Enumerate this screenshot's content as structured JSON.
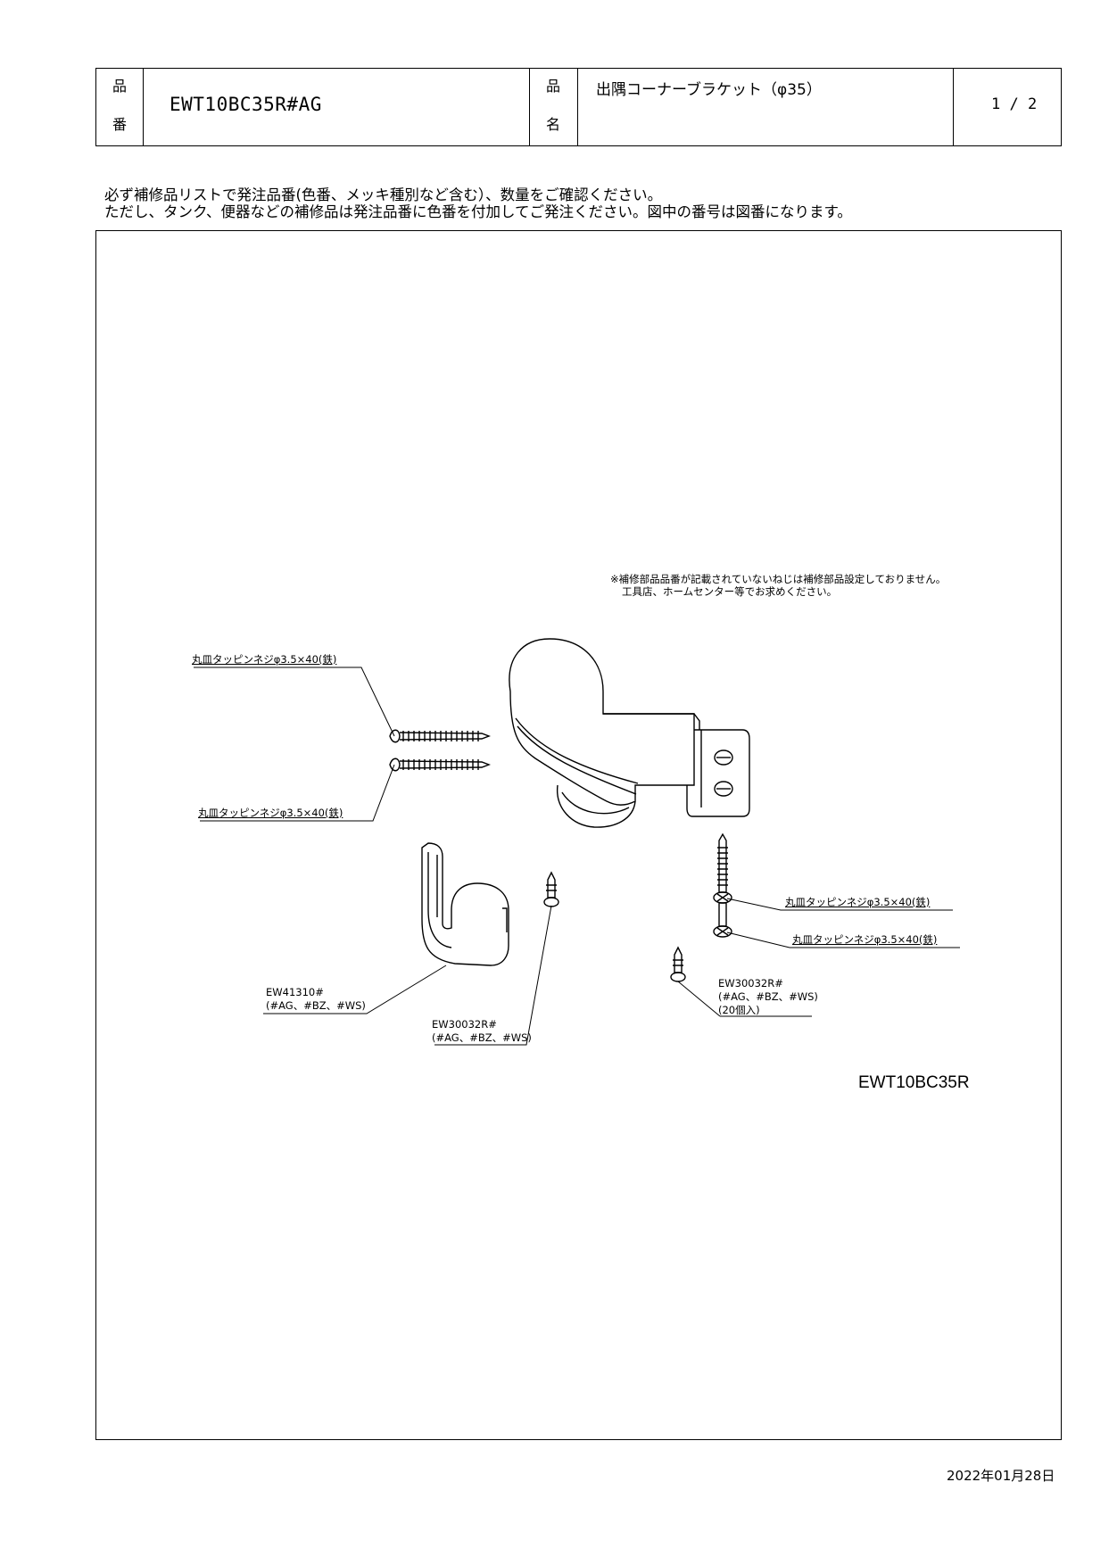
{
  "header": {
    "part_no_label_1": "品",
    "part_no_label_2": "番",
    "part_no": "EWT10BC35R#AG",
    "part_name_label_1": "品",
    "part_name_label_2": "名",
    "part_name": "出隅コーナーブラケット（φ35）",
    "page": "1 / 2"
  },
  "notes": {
    "line1": "必ず補修品リストで発注品番(色番、メッキ種別など含む）、数量をご確認ください。",
    "line2": "ただし、タンク、便器などの補修品は発注品番に色番を付加してご発注ください。図中の番号は図番になります。"
  },
  "diagram": {
    "remark_line1": "※補修部品品番が記載されていないねじは補修部品設定しておりません。",
    "remark_line2": "工具店、ホームセンター等でお求めください。",
    "screw_label_top": "丸皿タッピンネジφ3.5×40(鉄)",
    "screw_label_left_lower": "丸皿タッピンネジφ3.5×40(鉄)",
    "screw_label_right_1": "丸皿タッピンネジφ3.5×40(鉄)",
    "screw_label_right_2": "丸皿タッピンネジφ3.5×40(鉄)",
    "part_ew41310": "EW41310#",
    "part_ew41310_colors": "(#AG、#BZ、#WS)",
    "part_ew30032_center": "EW30032R#",
    "part_ew30032_center_colors": "(#AG、#BZ、#WS)",
    "part_ew30032_right": "EW30032R#",
    "part_ew30032_right_colors": "(#AG、#BZ、#WS)",
    "part_ew30032_right_qty": "(20個入)",
    "model_code": "EWT10BC35R"
  },
  "footer": {
    "date": "2022年01月28日"
  }
}
